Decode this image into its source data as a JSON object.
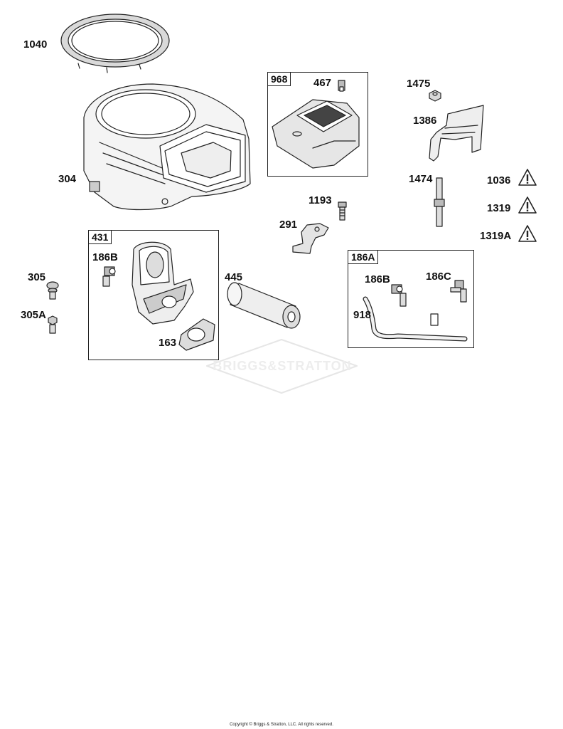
{
  "labels": {
    "p1040": "1040",
    "p304": "304",
    "p968": "968",
    "p467": "467",
    "p1475": "1475",
    "p1386": "1386",
    "p1474": "1474",
    "p1036": "1036",
    "p1319": "1319",
    "p1319A": "1319A",
    "p1193": "1193",
    "p291": "291",
    "p431": "431",
    "p186B_a": "186B",
    "p305": "305",
    "p305A": "305A",
    "p445": "445",
    "p163": "163",
    "p186A": "186A",
    "p186B_b": "186B",
    "p186C": "186C",
    "p918": "918"
  },
  "warning_icon": "warning-triangle-icon",
  "watermark": "BRIGGS&STRATTON",
  "copyright": "Copyright © Briggs & Stratton, LLC. All rights reserved."
}
